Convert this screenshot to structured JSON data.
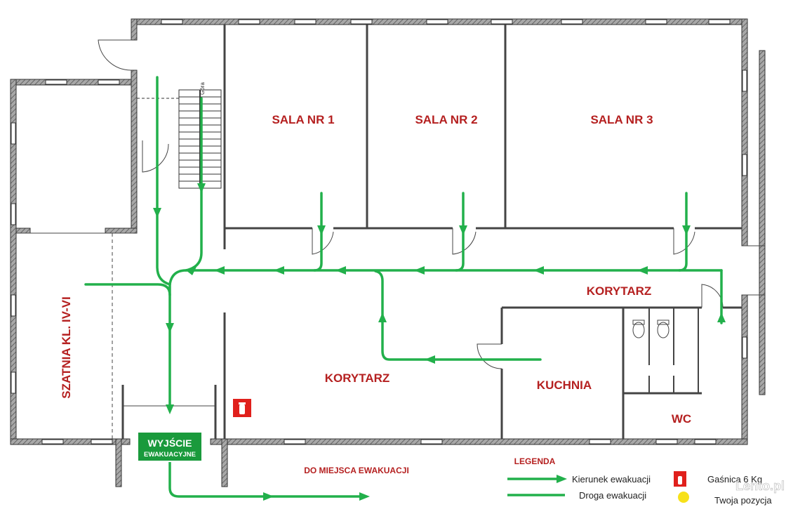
{
  "rooms": {
    "sala1": "SALA NR 1",
    "sala2": "SALA NR 2",
    "sala3": "SALA NR 3",
    "korytarz_upper": "KORYTARZ",
    "korytarz_lower": "KORYTARZ",
    "kuchnia": "KUCHNIA",
    "wc": "WC",
    "szatnia": "SZATNIA KL. IV-VI"
  },
  "stairs_label": "Góra",
  "exit_sign": {
    "line1": "WYJŚCIE",
    "line2": "EWAKUACYJNE"
  },
  "destination": "DO MIEJSCA EWAKUACJI",
  "legend": {
    "title": "LEGENDA",
    "direction": "Kierunek ewakuacji",
    "route": "Droga ewakuacji",
    "extinguisher": "Gaśnica 6 Kg",
    "position": "Twoja pozycja"
  },
  "watermark": "Lento.pl",
  "colors": {
    "route": "#22b04b",
    "label": "#b52020",
    "wall_fill": "#9a9a9a",
    "exit_sign": "#1a9a3c",
    "extinguisher": "#e0201c",
    "position": "#f7e11a"
  }
}
